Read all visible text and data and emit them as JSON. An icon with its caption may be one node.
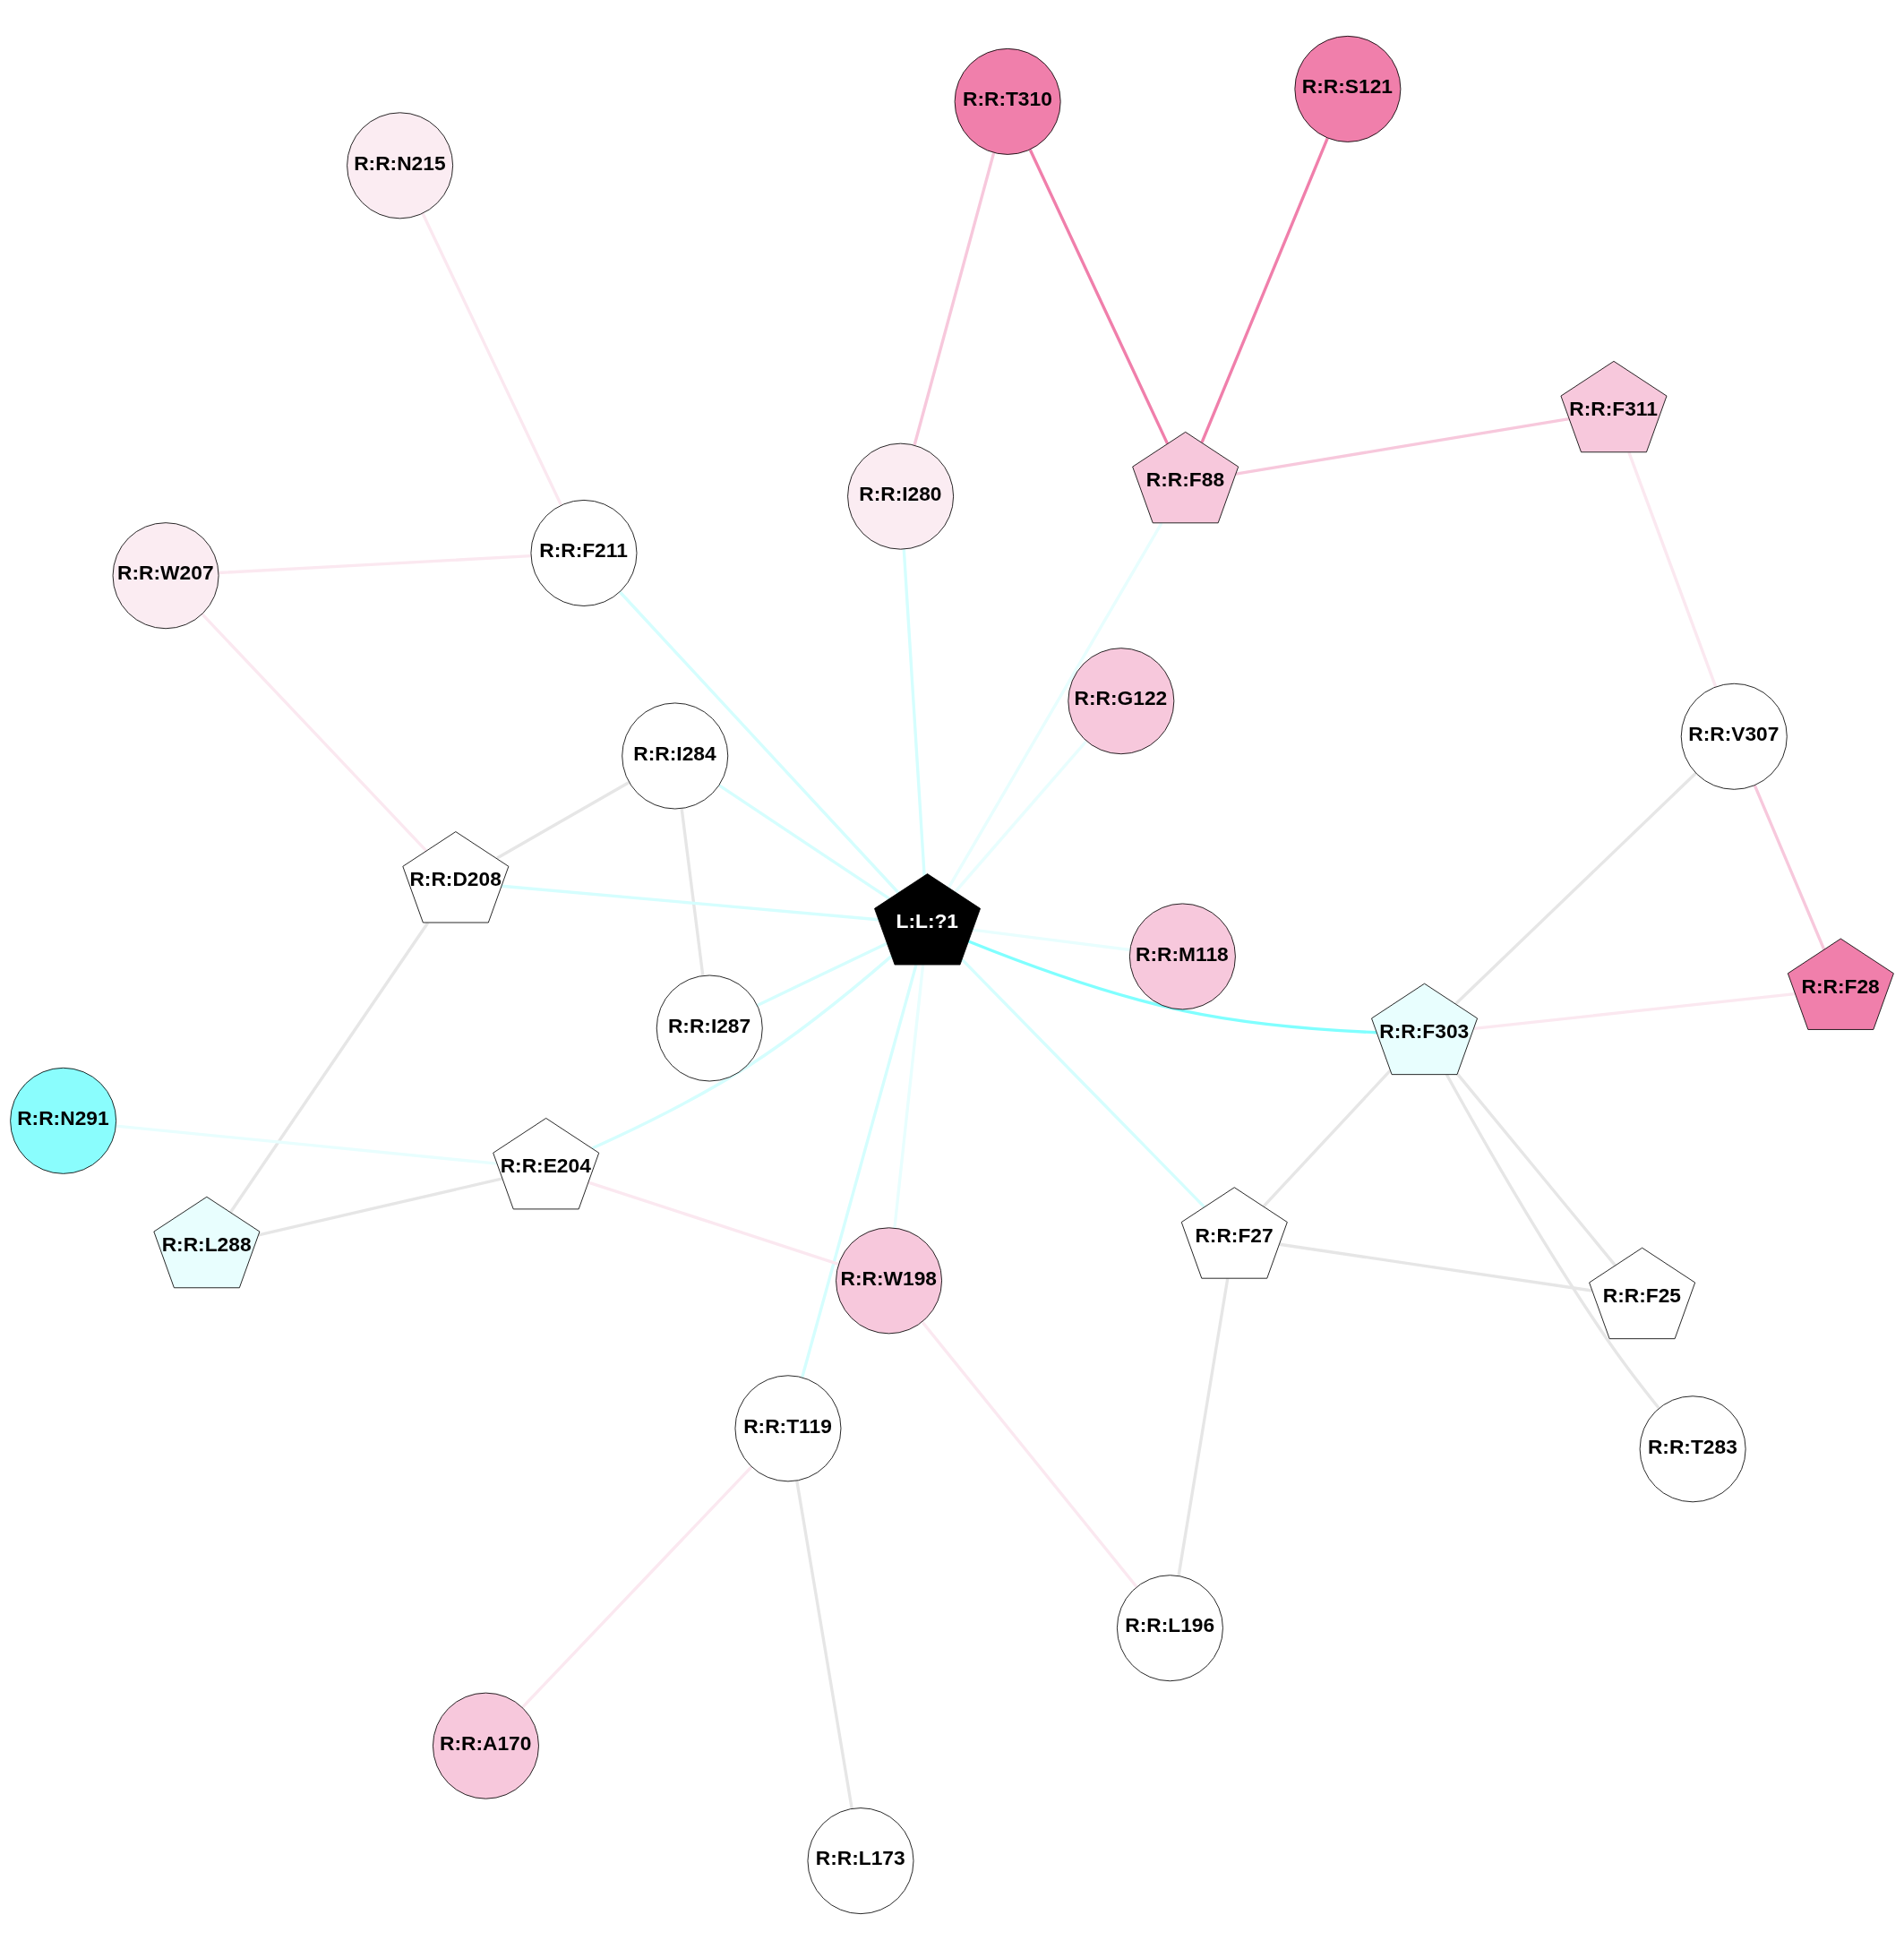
{
  "diagram": {
    "nodes": [
      {
        "text": [
          "R:R:F25"
        ]
      },
      {
        "text": [
          "R:R:T283"
        ]
      },
      {
        "text": [
          "R:R:L196"
        ]
      },
      {
        "text": [
          "R:R:A170"
        ]
      },
      {
        "text": [
          "R:R:F28"
        ]
      },
      {
        "text": [
          "R:R:F27"
        ]
      },
      {
        "text": [
          "R:R:F303"
        ]
      },
      {
        "text": [
          "R:R:F88"
        ]
      },
      {
        "text": [
          "R:R:I287"
        ]
      },
      {
        "text": [
          "R:R:M118"
        ]
      },
      {
        "text": [
          "R:R:V307"
        ]
      },
      {
        "text": [
          "R:R:S121"
        ]
      },
      {
        "text": [
          "R:R:I284"
        ]
      },
      {
        "text": [
          "R:R:T119"
        ]
      },
      {
        "text": [
          "L:L:?1"
        ]
      },
      {
        "text": [
          "R:R:N215"
        ]
      },
      {
        "text": [
          "R:R:I280"
        ]
      },
      {
        "text": [
          "R:R:G122"
        ]
      },
      {
        "text": [
          "R:R:T310"
        ]
      },
      {
        "text": [
          "R:R:F211"
        ]
      },
      {
        "text": [
          "R:R:W198"
        ]
      },
      {
        "text": [
          "R:R:D208"
        ]
      },
      {
        "text": [
          "R:R:E204"
        ]
      },
      {
        "text": [
          "R:R:W207"
        ]
      },
      {
        "text": [
          "R:R:F311"
        ]
      },
      {
        "text": [
          "R:R:N291"
        ]
      },
      {
        "text": [
          "R:R:L173"
        ]
      },
      {
        "text": [
          "R:R:L288"
        ]
      }
    ],
    "edges": [
      {
        "from": 0,
        "to": 6,
        "arrow": "none",
        "color": "#e6e6e6"
      },
      {
        "from": 0,
        "to": 5,
        "arrow": "none",
        "color": "#e6e6e6"
      },
      {
        "from": 1,
        "to": 6,
        "arrow": "none",
        "color": "#e6e6e6"
      },
      {
        "from": 2,
        "to": 5,
        "arrow": "none",
        "color": "#e6e6e6"
      },
      {
        "from": 2,
        "to": 20,
        "arrow": "none",
        "color": "#fbe8f0"
      },
      {
        "from": 6,
        "to": 5,
        "arrow": "none",
        "color": "#e6e6e6"
      },
      {
        "from": 6,
        "to": 4,
        "arrow": "none",
        "color": "#fbe8f0"
      },
      {
        "from": 4,
        "to": 10,
        "arrow": "none",
        "color": "#f7c8dc"
      },
      {
        "from": 3,
        "to": 13,
        "arrow": "none",
        "color": "#fbe8f0"
      },
      {
        "from": 6,
        "to": 10,
        "arrow": "none",
        "color": "#e6e6e6"
      },
      {
        "from": 7,
        "to": 11,
        "arrow": "none",
        "color": "#f07fab"
      },
      {
        "from": 7,
        "to": 18,
        "arrow": "none",
        "color": "#f07fab"
      },
      {
        "from": 7,
        "to": 24,
        "arrow": "none",
        "color": "#f7c8dc"
      },
      {
        "from": 6,
        "to": 14,
        "arrow": "none",
        "color": "#80ffff"
      },
      {
        "from": 5,
        "to": 14,
        "arrow": "none",
        "color": "#d5fefe"
      },
      {
        "from": 7,
        "to": 14,
        "arrow": "none",
        "color": "#e8fefe"
      },
      {
        "from": 8,
        "to": 14,
        "arrow": "none",
        "color": "#d5fefe"
      },
      {
        "from": 9,
        "to": 14,
        "arrow": "none",
        "color": "#e8fefe"
      },
      {
        "from": 8,
        "to": 12,
        "arrow": "none",
        "color": "#e6e6e6"
      },
      {
        "from": 12,
        "to": 14,
        "arrow": "none",
        "color": "#d5fefe"
      },
      {
        "from": 13,
        "to": 14,
        "arrow": "none",
        "color": "#d5fefe"
      },
      {
        "from": 10,
        "to": 24,
        "arrow": "none",
        "color": "#fbe8f0"
      },
      {
        "from": 12,
        "to": 21,
        "arrow": "none",
        "color": "#e6e6e6"
      },
      {
        "from": 13,
        "to": 26,
        "arrow": "none",
        "color": "#e6e6e6"
      },
      {
        "from": 16,
        "to": 14,
        "arrow": "none",
        "color": "#d5fefe"
      },
      {
        "from": 17,
        "to": 14,
        "arrow": "none",
        "color": "#e8fefe"
      },
      {
        "from": 16,
        "to": 18,
        "arrow": "none",
        "color": "#f7c8dc"
      },
      {
        "from": 15,
        "to": 19,
        "arrow": "none",
        "color": "#fbe8f0"
      },
      {
        "from": 19,
        "to": 14,
        "arrow": "none",
        "color": "#d5fefe"
      },
      {
        "from": 20,
        "to": 14,
        "arrow": "none",
        "color": "#e8fefe"
      },
      {
        "from": 21,
        "to": 14,
        "arrow": "none",
        "color": "#d5fefe"
      },
      {
        "from": 22,
        "to": 14,
        "arrow": "none",
        "color": "#d5fefe"
      },
      {
        "from": 19,
        "to": 23,
        "arrow": "none",
        "color": "#fbe8f0"
      },
      {
        "from": 23,
        "to": 21,
        "arrow": "none",
        "color": "#fbe8f0"
      },
      {
        "from": 20,
        "to": 22,
        "arrow": "none",
        "color": "#fbe8f0"
      },
      {
        "from": 25,
        "to": 22,
        "arrow": "none",
        "color": "#e8fefe"
      },
      {
        "from": 21,
        "to": 27,
        "arrow": "none",
        "color": "#e6e6e6"
      },
      {
        "from": 22,
        "to": 27,
        "arrow": "none",
        "color": "#e6e6e6"
      }
    ]
  }
}
